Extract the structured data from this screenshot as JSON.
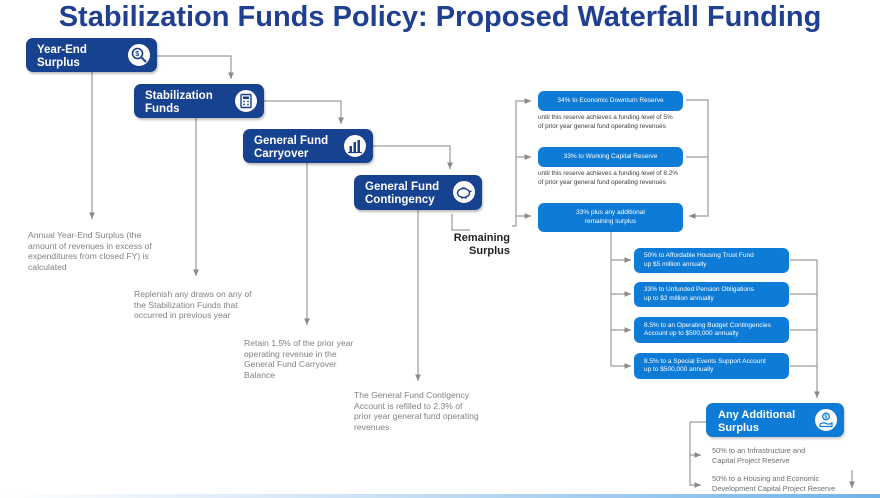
{
  "title": "Stabilization Funds Policy: Proposed Waterfall Funding",
  "steps": [
    {
      "line1": "Year-End",
      "line2": "Surplus",
      "icon": "magnifier-dollar-icon"
    },
    {
      "line1": "Stabilization",
      "line2": "Funds",
      "icon": "calculator-icon"
    },
    {
      "line1": "General Fund",
      "line2": "Carryover",
      "icon": "bar-chart-icon"
    },
    {
      "line1": "General Fund",
      "line2": "Contingency",
      "icon": "piggy-bank-icon"
    }
  ],
  "notes": [
    "Annual Year-End Surplus (the\namount of revenues in excess of\nexpenditures from closed FY) is\ncalculated",
    "Replenish any draws on any of\nthe Stabilization Funds that\noccurred in previous year",
    "Retain 1.5% of the prior year\noperating revenue in the\nGeneral Fund Carryover\nBalance",
    "The General Fund Contigency\nAccount is refilled to 2.3% of\nprior year general fund operating\nrevenues"
  ],
  "remaining_surplus": "Remaining\nSurplus",
  "reserves": [
    {
      "label": "34% to Economic Downturn Reserve",
      "note": "until this reserve achieves a funding level of 5%\nof prior year general fund operating revenues"
    },
    {
      "label": "33% to Working Capital Reserve",
      "note": "until this reserve achieves a funding level of 8.2%\nof prior year general fund operating revenues"
    },
    {
      "label": "33% plus any additional\nremaining surplus",
      "note": ""
    }
  ],
  "allocations": [
    "50% to Affordable Housing Trust Fund\nup $5 million annually",
    "33% to Unfunded Pension Obligations\nup to $2 million annually",
    "8.5% to an Operating Budget Contingencies\nAccount up to $500,000 annually",
    "8.5% to a Special Events Support Account\nup to $500,000 annually"
  ],
  "any_additional": {
    "line1": "Any Additional",
    "line2": "Surplus",
    "icon": "money-hand-icon"
  },
  "final": [
    "50% to an Infrastructure and\nCapital Project Reserve",
    "50% to a Housing and Economic\nDevelopment Capital Project Reserve"
  ],
  "colors": {
    "title": "#1f3f91",
    "navy_box": "#17428f",
    "blue_pill": "#0e7bd6",
    "note_text": "#808285",
    "connector": "#8a8a8a"
  }
}
